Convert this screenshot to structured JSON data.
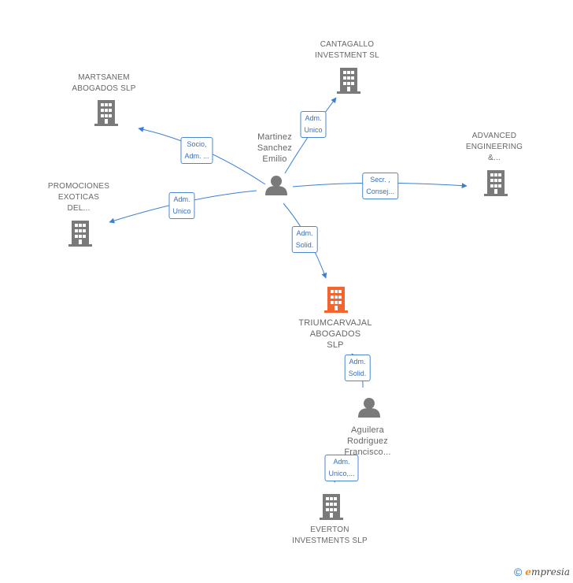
{
  "colors": {
    "edge": "#3b7fd4",
    "building": "#7a7a7a",
    "building_highlight": "#f26430",
    "person": "#7a7a7a"
  },
  "nodes": {
    "cantagallo": {
      "lines": [
        "CANTAGALLO",
        "INVESTMENT SL"
      ],
      "icon": "building-icon"
    },
    "martsanem": {
      "lines": [
        "MARTSANEM",
        "ABOGADOS SLP"
      ],
      "icon": "building-icon"
    },
    "advanced": {
      "lines": [
        "ADVANCED",
        "ENGINEERING",
        "&..."
      ],
      "icon": "building-icon"
    },
    "promociones": {
      "lines": [
        "PROMOCIONES",
        "EXOTICAS",
        "DEL..."
      ],
      "icon": "building-icon"
    },
    "martinez": {
      "lines": [
        "Martinez",
        "Sanchez",
        "Emilio"
      ],
      "icon": "person-icon"
    },
    "triumcarvajal": {
      "lines": [
        "TRIUMCARVAJAL",
        "ABOGADOS",
        "SLP"
      ],
      "icon": "building-icon"
    },
    "aguilera": {
      "lines": [
        "Aguilera",
        "Rodriguez",
        "Francisco..."
      ],
      "icon": "person-icon"
    },
    "everton": {
      "lines": [
        "EVERTON",
        "INVESTMENTS SLP"
      ],
      "icon": "building-icon"
    }
  },
  "edges": {
    "to_cantagallo": [
      "Adm.",
      "Unico"
    ],
    "to_martsanem": [
      "Socio,",
      "Adm. ..."
    ],
    "to_advanced": [
      "Secr. ,",
      "Consej..."
    ],
    "to_promociones": [
      "Adm.",
      "Unico"
    ],
    "to_triumcarvajal": [
      "Adm.",
      "Solid."
    ],
    "aguilera_triumcarvajal": [
      "Adm.",
      "Solid."
    ],
    "to_everton": [
      "Adm.",
      "Unico,..."
    ]
  },
  "footer": {
    "copyright": "©",
    "brand_first": "e",
    "brand_rest": "mpresia"
  }
}
